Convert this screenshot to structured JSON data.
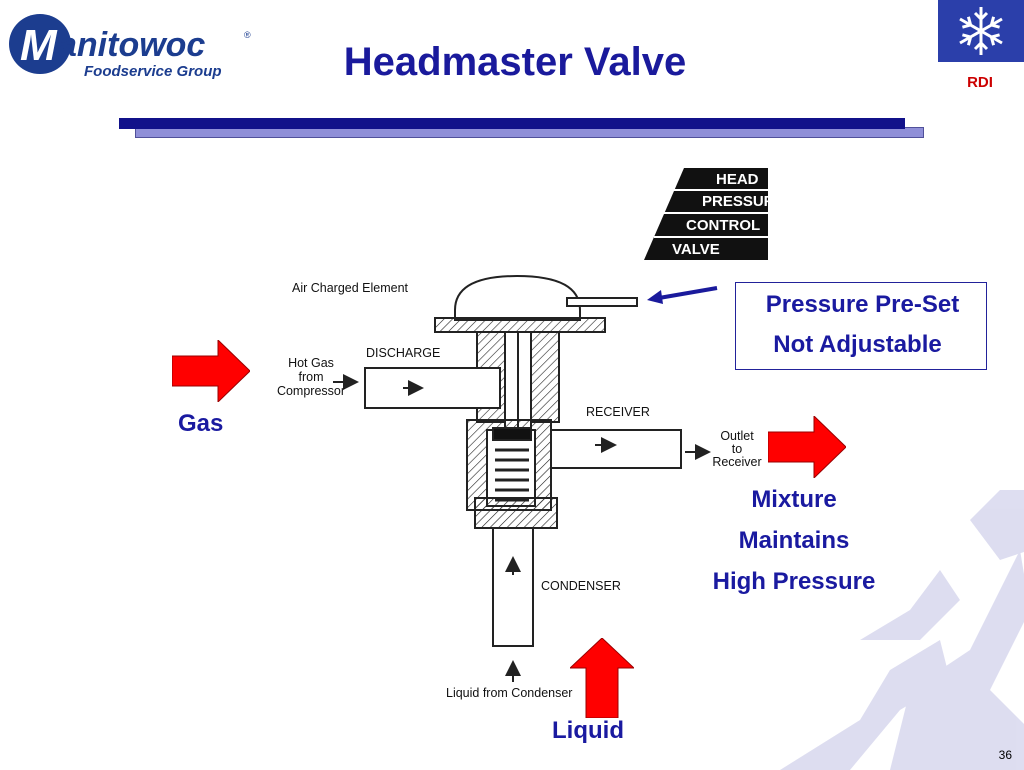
{
  "logo": {
    "brand": "Manitowoc",
    "sub": "Foodservice Group",
    "mark": "®"
  },
  "title": "Headmaster Valve",
  "rdi": {
    "label": "RDI",
    "icon": "snowflake-icon"
  },
  "head_pressure_stamp": [
    "HEAD",
    "PRESSUR",
    "CONTROL",
    "VALVE"
  ],
  "callout": {
    "line1": "Pressure Pre-Set",
    "line2": "Not Adjustable"
  },
  "labels": {
    "gas": "Gas",
    "mixture": "Mixture",
    "maintains": "Maintains",
    "high_pressure": "High Pressure",
    "liquid": "Liquid"
  },
  "diagram": {
    "air_charged_element": "Air Charged Element",
    "discharge": "DISCHARGE",
    "hot_gas": [
      "Hot Gas",
      "from",
      "Compressor"
    ],
    "receiver": "RECEIVER",
    "outlet": [
      "Outlet",
      "to",
      "Receiver"
    ],
    "condenser": "CONDENSER",
    "liquid_from_condenser": "Liquid from Condenser"
  },
  "colors": {
    "title": "#1a1a9c",
    "arrow": "#ff0000",
    "bar": "#11118a",
    "rdi_bg": "#2b3faa",
    "rdi_text": "#cc0000"
  },
  "slide_number": "36"
}
